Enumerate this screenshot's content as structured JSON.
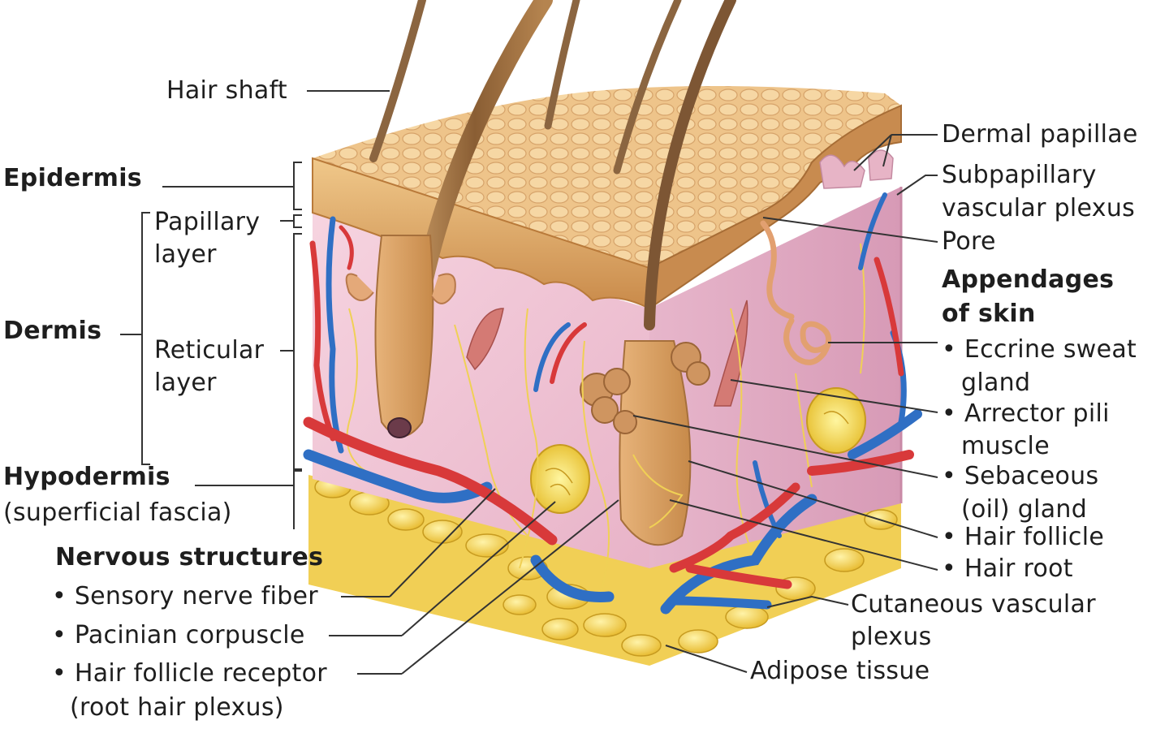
{
  "left_labels": {
    "hair_shaft": "Hair shaft",
    "epidermis": "Epidermis",
    "papillary_l1": "Papillary",
    "papillary_l2": "layer",
    "dermis": "Dermis",
    "reticular_l1": "Reticular",
    "reticular_l2": "layer",
    "hypodermis": "Hypodermis",
    "superficial_fascia": "(superficial fascia)"
  },
  "nervous": {
    "heading": "Nervous structures",
    "items": [
      "• Sensory nerve fiber",
      "• Pacinian corpuscle",
      "• Hair follicle receptor"
    ],
    "root_hair_plexus": "(root hair plexus)"
  },
  "right_labels": {
    "dermal_papillae": "Dermal papillae",
    "subpapillary_l1": "Subpapillary",
    "subpapillary_l2": "vascular plexus",
    "pore": "Pore"
  },
  "appendages": {
    "heading_l1": "Appendages",
    "heading_l2": "of skin",
    "eccrine_l1": "• Eccrine sweat",
    "eccrine_l2": "gland",
    "arrector_l1": "• Arrector pili",
    "arrector_l2": "muscle",
    "sebaceous_l1": "• Sebaceous",
    "sebaceous_l2": "(oil) gland",
    "hair_follicle": "• Hair follicle",
    "hair_root": "• Hair root"
  },
  "bottom_labels": {
    "cutaneous_l1": "Cutaneous vascular",
    "cutaneous_l2": "plexus",
    "adipose": "Adipose tissue"
  },
  "colors": {
    "epidermis": "#d9a15e",
    "dermis": "#f1c6d6",
    "adipose": "#f3d04a",
    "artery": "#d8393a",
    "vein": "#2f6fc4",
    "nerve": "#f1d25a",
    "hair": "#a87a4a"
  }
}
